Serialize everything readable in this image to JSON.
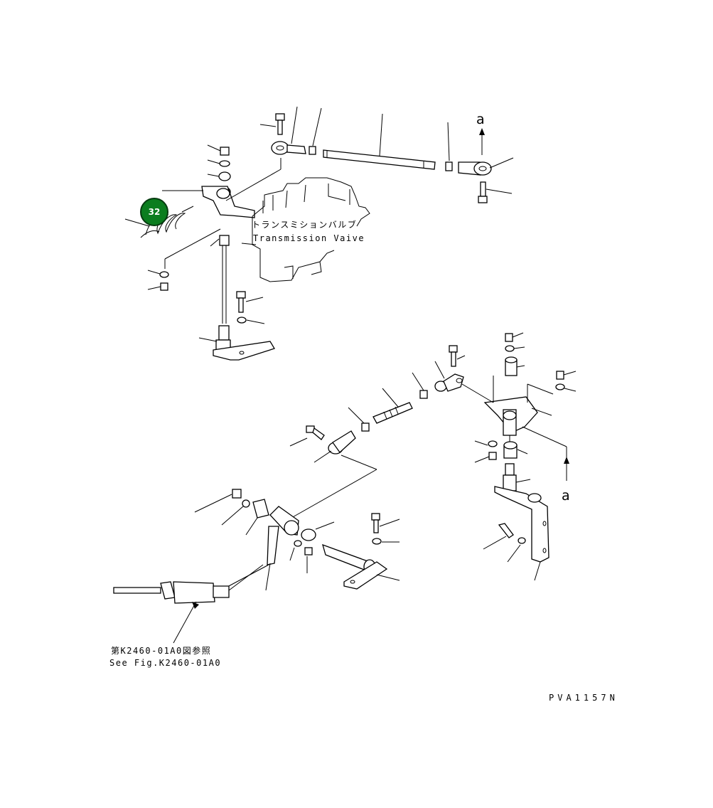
{
  "labels": {
    "valve_jp": "トランスミションバルブ",
    "valve_en": "Transmission Vaive",
    "ref_jp": "第K2460-01A0図参照",
    "ref_en": "See Fig.K2460-01A0",
    "drawing_code": "PVA1157N",
    "view_mark_top": "a",
    "view_mark_bottom": "a"
  },
  "callouts": [
    {
      "number": "32",
      "color": "#0b7d1f"
    }
  ]
}
